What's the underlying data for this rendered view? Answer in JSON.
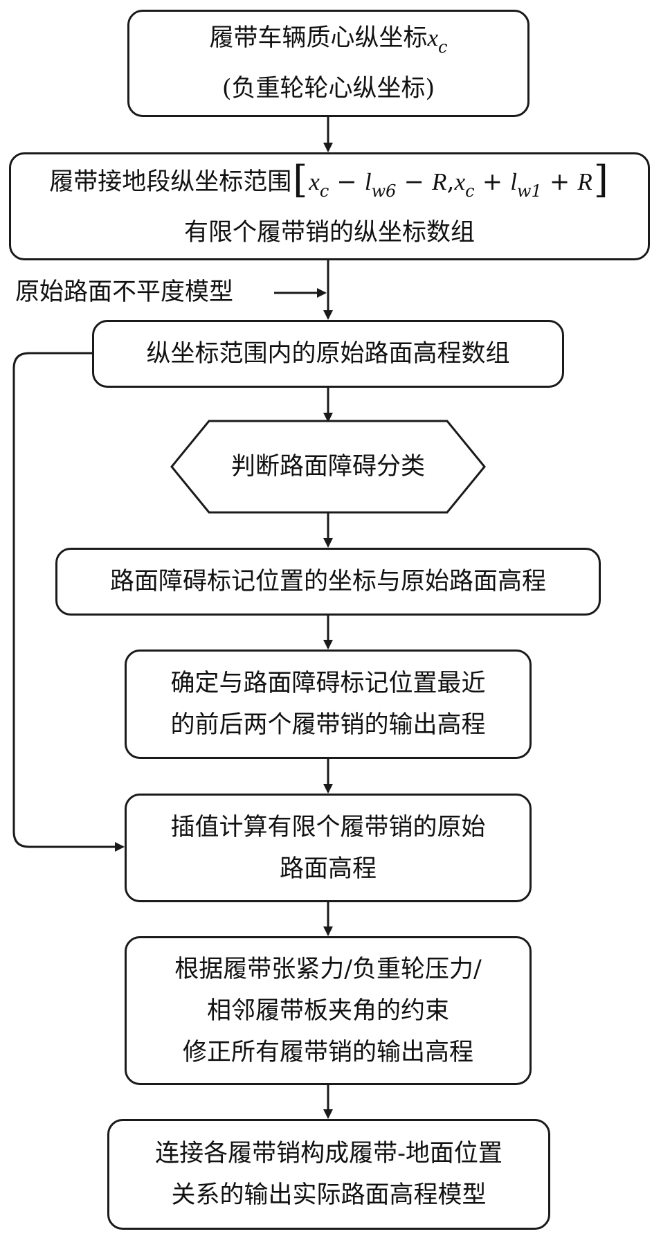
{
  "nodes": {
    "n1": {
      "line1_text": "履带车辆质心纵坐标",
      "line1_var": "x",
      "line1_sub": "c",
      "line2": "(负重轮轮心纵坐标)"
    },
    "n2": {
      "line1_text": "履带接地段纵坐标范围",
      "formula": {
        "x": "x",
        "c": "c",
        "l": "l",
        "w6": "w6",
        "R": "R",
        "w1": "w1",
        "minus": "−",
        "plus": "+",
        "comma": ",",
        "open": "[",
        "close": "]"
      },
      "line2": "有限个履带销的纵坐标数组"
    },
    "input_label": "原始路面不平度模型",
    "n3": {
      "line1": "纵坐标范围内的原始路面高程数组"
    },
    "decision": {
      "label": "判断路面障碍分类"
    },
    "n4": {
      "line1": "路面障碍标记位置的坐标与原始路面高程"
    },
    "n5": {
      "line1": "确定与路面障碍标记位置最近",
      "line2": "的前后两个履带销的输出高程"
    },
    "n6": {
      "line1": "插值计算有限个履带销的原始",
      "line2": "路面高程"
    },
    "n7": {
      "line1": "根据履带张紧力/负重轮压力/",
      "line2": "相邻履带板夹角的约束",
      "line3": "修正所有履带销的输出高程"
    },
    "n8": {
      "line1": "连接各履带销构成履带-地面位置",
      "line2": "关系的输出实际路面高程模型"
    }
  }
}
